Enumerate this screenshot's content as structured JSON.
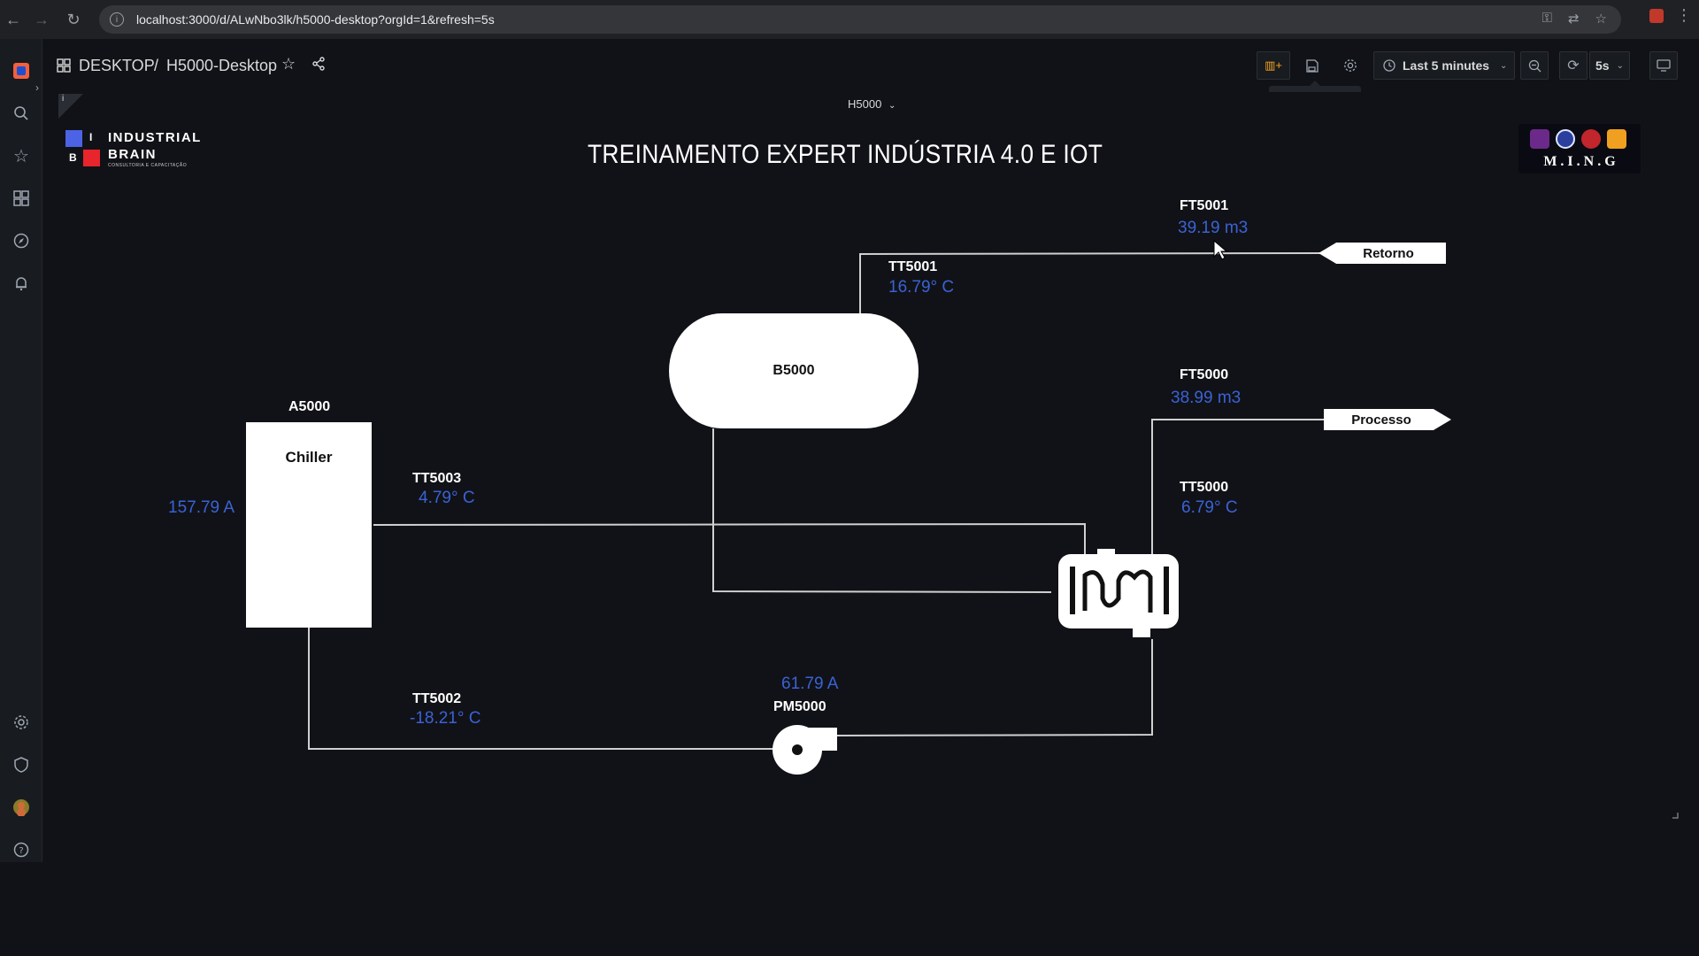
{
  "browser": {
    "url": "localhost:3000/d/ALwNbo3lk/h5000-desktop?orgId=1&refresh=5s"
  },
  "breadcrumb": {
    "folder": "DESKTOP",
    "separator": "/",
    "dashboard": "H5000-Desktop"
  },
  "toolbar": {
    "time_range": "Last 5 minutes",
    "refresh_interval": "5s",
    "tooltip": "Save dashboard"
  },
  "variable": {
    "value": "H5000"
  },
  "canvas": {
    "title": "TREINAMENTO EXPERT INDÚSTRIA 4.0 E IOT",
    "logo_left": {
      "line1": "INDUSTRIAL",
      "line2": "BRAIN",
      "tagline": "CONSULTORIA E CAPACITAÇÃO",
      "letter_i": "I",
      "letter_b": "B"
    },
    "logo_right": {
      "text": "M . I . N . G"
    },
    "chiller": {
      "tag": "A5000",
      "label": "Chiller",
      "current": "157.79 A"
    },
    "tank": {
      "label": "B5000"
    },
    "pump": {
      "tag": "PM5000",
      "current": "61.79 A"
    },
    "sensors": {
      "ft5001": {
        "tag": "FT5001",
        "value": "39.19 m3"
      },
      "tt5001": {
        "tag": "TT5001",
        "value": "16.79° C"
      },
      "ft5000": {
        "tag": "FT5000",
        "value": "38.99 m3"
      },
      "tt5000": {
        "tag": "TT5000",
        "value": "6.79° C"
      },
      "tt5003": {
        "tag": "TT5003",
        "value": "4.79° C"
      },
      "tt5002": {
        "tag": "TT5002",
        "value": "-18.21° C"
      }
    },
    "outputs": {
      "retorno": "Retorno",
      "processo": "Processo"
    }
  },
  "colors": {
    "value_blue": "#3a62d6",
    "background": "#111217",
    "accent_orange": "#f55f3e"
  }
}
